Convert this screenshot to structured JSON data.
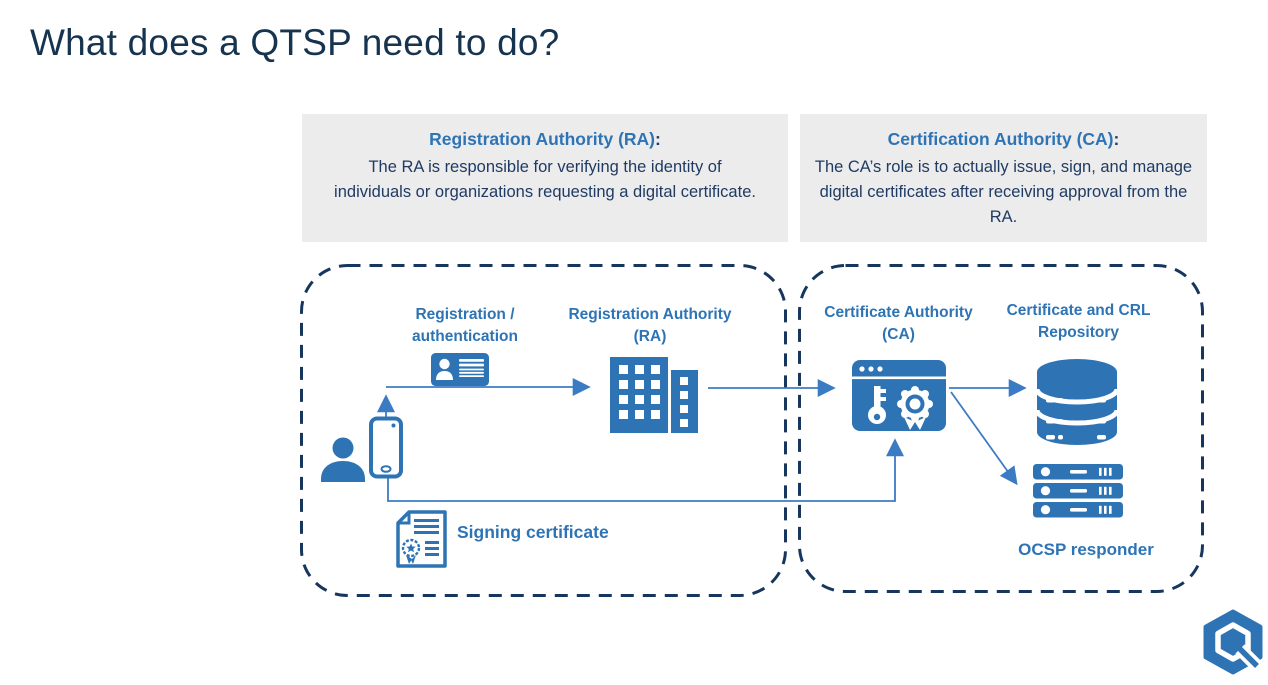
{
  "slide": {
    "title": "What does a QTSP need to do?"
  },
  "info_boxes": {
    "ra": {
      "heading": "Registration Authority (RA)",
      "colon": ":",
      "body": "The RA is responsible for verifying the identity of individuals or organizations requesting a digital certificate."
    },
    "ca": {
      "heading": "Certification Authority (CA)",
      "colon": ":",
      "body": "The CA’s role is to actually issue, sign, and manage digital certificates after receiving approval from the RA."
    }
  },
  "diagram": {
    "ra_section": {
      "registration_label": "Registration /\nauthentication",
      "authority_label": "Registration Authority\n(RA)",
      "signing_label": "Signing certificate"
    },
    "ca_section": {
      "authority_label": "Certificate Authority\n(CA)",
      "repository_label": "Certificate and CRL\nRepository",
      "ocsp_label": "OCSP responder"
    },
    "icons": {
      "user": "user-icon",
      "smartphone": "smartphone-icon",
      "id_card": "id-card-icon",
      "building": "building-icon",
      "ca_window": "certificate-authority-icon",
      "database": "database-icon",
      "servers": "server-stack-icon",
      "certificate": "signing-certificate-icon",
      "logo": "hexagon-q-logo"
    },
    "colors": {
      "accent_blue": "#2E74B5",
      "navy": "#17365D",
      "panel_gray": "#ECECEC",
      "arrow_blue": "#3B7BC4"
    }
  }
}
